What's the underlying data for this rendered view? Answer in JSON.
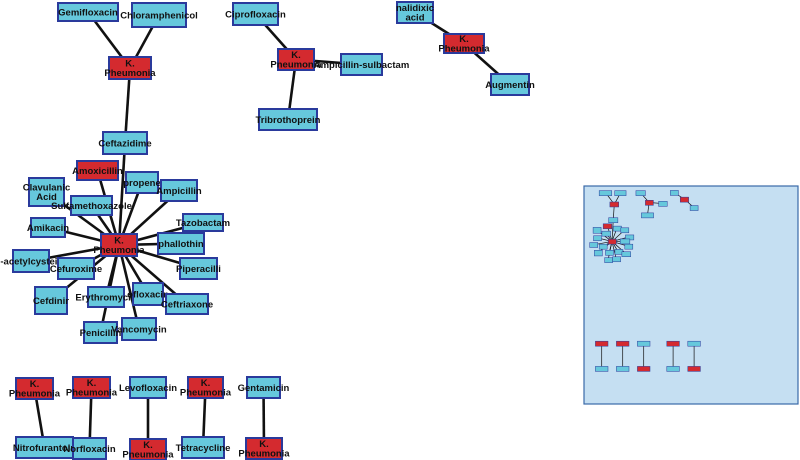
{
  "colors": {
    "bacterium": "#d42a2f",
    "antibiotic": "#66c8dc",
    "border": "#2a3a9c",
    "edge": "#111111",
    "overview_background": "#c5dff2",
    "overview_border": "#3a6aa8"
  },
  "graph": {
    "nodes": [
      {
        "id": "gemifloxacin",
        "label": [
          "Gemifloxacin"
        ],
        "kind": "antibiotic"
      },
      {
        "id": "chloramphenicol",
        "label": [
          "Chloramphenicol"
        ],
        "kind": "antibiotic"
      },
      {
        "id": "kp1",
        "label": [
          "K.",
          "Pheumonia"
        ],
        "kind": "bacterium"
      },
      {
        "id": "ceftazidime",
        "label": [
          "Ceftazidime"
        ],
        "kind": "antibiotic"
      },
      {
        "id": "kp_hub",
        "label": [
          "K.",
          "Pheumonia"
        ],
        "kind": "bacterium"
      },
      {
        "id": "amoxicillin",
        "label": [
          "Amoxicillin"
        ],
        "kind": "bacterium"
      },
      {
        "id": "clavulanic",
        "label": [
          "Clavulanic",
          "Acid"
        ],
        "kind": "antibiotic"
      },
      {
        "id": "sulfamethoxazole",
        "label": [
          "Sulfamethoxazole"
        ],
        "kind": "antibiotic"
      },
      {
        "id": "propene",
        "label": [
          "propene"
        ],
        "kind": "antibiotic"
      },
      {
        "id": "ampicillin",
        "label": [
          "Ampicillin"
        ],
        "kind": "antibiotic"
      },
      {
        "id": "tazobactam",
        "label": [
          "Tazobactam"
        ],
        "kind": "antibiotic"
      },
      {
        "id": "amikacin",
        "label": [
          "Amikacin"
        ],
        "kind": "antibiotic"
      },
      {
        "id": "phallothin",
        "label": [
          "phallothin"
        ],
        "kind": "antibiotic"
      },
      {
        "id": "nacetylcysteine",
        "label": [
          "N-acetylcysteine"
        ],
        "kind": "antibiotic"
      },
      {
        "id": "cefuroxime",
        "label": [
          "Cefuroxime"
        ],
        "kind": "antibiotic"
      },
      {
        "id": "piperacillin",
        "label": [
          "Piperacilli"
        ],
        "kind": "antibiotic"
      },
      {
        "id": "cefdinir",
        "label": [
          "Cefdinir"
        ],
        "kind": "antibiotic"
      },
      {
        "id": "erythromycin",
        "label": [
          "Erythromycin"
        ],
        "kind": "antibiotic"
      },
      {
        "id": "ofloxacin",
        "label": [
          "ofloxacin"
        ],
        "kind": "antibiotic"
      },
      {
        "id": "ceftriaxone",
        "label": [
          "Ceftriaxone"
        ],
        "kind": "antibiotic"
      },
      {
        "id": "penicillin",
        "label": [
          "Penicillin"
        ],
        "kind": "antibiotic"
      },
      {
        "id": "vancomycin",
        "label": [
          "Vancomycin"
        ],
        "kind": "antibiotic"
      },
      {
        "id": "ciprofloxacin",
        "label": [
          "Ciprofloxacin"
        ],
        "kind": "antibiotic"
      },
      {
        "id": "kp2",
        "label": [
          "K.",
          "Pneumonia"
        ],
        "kind": "bacterium"
      },
      {
        "id": "ampsulb",
        "label": [
          "Ampicillin-sulbactam"
        ],
        "kind": "antibiotic"
      },
      {
        "id": "tribrothoprein",
        "label": [
          "Tribrothoprein"
        ],
        "kind": "antibiotic"
      },
      {
        "id": "nalidixic",
        "label": [
          "nalidixic",
          "acid"
        ],
        "kind": "antibiotic"
      },
      {
        "id": "kp3",
        "label": [
          "K.",
          "Pheumonia"
        ],
        "kind": "bacterium"
      },
      {
        "id": "augmentin",
        "label": [
          "Augmentin"
        ],
        "kind": "antibiotic"
      },
      {
        "id": "kp4",
        "label": [
          "K.",
          "Pheumonia"
        ],
        "kind": "bacterium"
      },
      {
        "id": "nitrofurantoin",
        "label": [
          "Nitrofurantoin"
        ],
        "kind": "antibiotic"
      },
      {
        "id": "kp5",
        "label": [
          "K.",
          "Pheumonia"
        ],
        "kind": "bacterium"
      },
      {
        "id": "norfloxacin",
        "label": [
          "Norfloxacin"
        ],
        "kind": "antibiotic"
      },
      {
        "id": "levofloxacin",
        "label": [
          "Levofloxacin"
        ],
        "kind": "antibiotic"
      },
      {
        "id": "kp6",
        "label": [
          "K.",
          "Pneumonia"
        ],
        "kind": "bacterium"
      },
      {
        "id": "kp7",
        "label": [
          "K.",
          "Pheumonia"
        ],
        "kind": "bacterium"
      },
      {
        "id": "tetracycline",
        "label": [
          "Tetracycline"
        ],
        "kind": "antibiotic"
      },
      {
        "id": "gentamicin",
        "label": [
          "Gentamicin"
        ],
        "kind": "antibiotic"
      },
      {
        "id": "kp8",
        "label": [
          "K.",
          "Pheumonia"
        ],
        "kind": "bacterium"
      }
    ],
    "edges": [
      [
        "gemifloxacin",
        "kp1"
      ],
      [
        "chloramphenicol",
        "kp1"
      ],
      [
        "kp1",
        "ceftazidime"
      ],
      [
        "ceftazidime",
        "kp_hub"
      ],
      [
        "amoxicillin",
        "kp_hub"
      ],
      [
        "clavulanic",
        "kp_hub"
      ],
      [
        "sulfamethoxazole",
        "kp_hub"
      ],
      [
        "propene",
        "kp_hub"
      ],
      [
        "ampicillin",
        "kp_hub"
      ],
      [
        "tazobactam",
        "kp_hub"
      ],
      [
        "amikacin",
        "kp_hub"
      ],
      [
        "phallothin",
        "kp_hub"
      ],
      [
        "nacetylcysteine",
        "kp_hub"
      ],
      [
        "cefuroxime",
        "kp_hub"
      ],
      [
        "piperacillin",
        "kp_hub"
      ],
      [
        "cefdinir",
        "kp_hub"
      ],
      [
        "erythromycin",
        "kp_hub"
      ],
      [
        "ofloxacin",
        "kp_hub"
      ],
      [
        "ceftriaxone",
        "kp_hub"
      ],
      [
        "penicillin",
        "kp_hub"
      ],
      [
        "vancomycin",
        "kp_hub"
      ],
      [
        "ciprofloxacin",
        "kp2"
      ],
      [
        "kp2",
        "ampsulb"
      ],
      [
        "kp2",
        "tribrothoprein"
      ],
      [
        "nalidixic",
        "kp3"
      ],
      [
        "kp3",
        "augmentin"
      ],
      [
        "kp4",
        "nitrofurantoin"
      ],
      [
        "kp5",
        "norfloxacin"
      ],
      [
        "levofloxacin",
        "kp6"
      ],
      [
        "kp7",
        "tetracycline"
      ],
      [
        "gentamicin",
        "kp8"
      ]
    ]
  }
}
